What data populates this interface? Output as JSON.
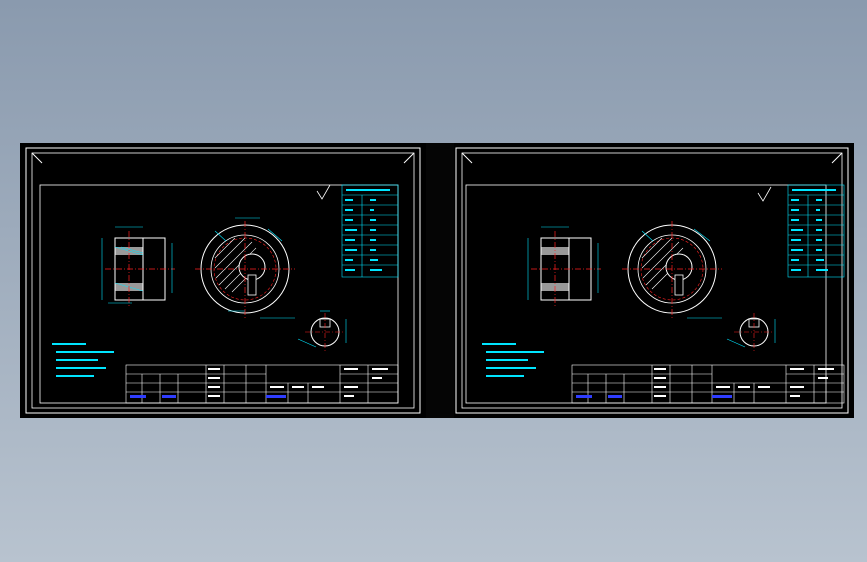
{
  "colors": {
    "background": "#8f9db0",
    "sheet": "#000000",
    "frame": "#ffffff",
    "cyan": "#00e5ff",
    "blue": "#2f3dff",
    "red": "#ff2020",
    "yellow": "#e8e800",
    "white": "#ffffff"
  },
  "sheets": [
    {
      "id": "left",
      "title_block_rows": 4
    },
    {
      "id": "right",
      "title_block_rows": 4
    }
  ],
  "icons": [
    "border-frame",
    "hatch-section",
    "centerline",
    "dimension-arrow",
    "roughness-symbol"
  ]
}
